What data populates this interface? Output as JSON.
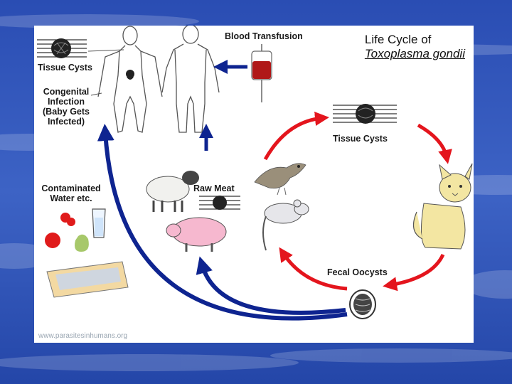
{
  "diagram": {
    "title_line1": "Life Cycle of",
    "title_line2": "Toxoplasma gondii",
    "labels": {
      "blood_transfusion": "Blood Transfusion",
      "tissue_cysts_left": "Tissue Cysts",
      "congenital_infection": "Congenital Infection (Baby Gets Infected)",
      "contaminated_water": "Contaminated Water etc.",
      "raw_meat": "Raw Meat",
      "tissue_cysts_right": "Tissue Cysts",
      "fecal_oocysts": "Fecal Oocysts"
    },
    "watermark": "www.parasitesinhumans.org"
  },
  "colors": {
    "background": "#2d4fb0",
    "red_arrow": "#e4151d",
    "blue_arrow": "#0e2490"
  }
}
